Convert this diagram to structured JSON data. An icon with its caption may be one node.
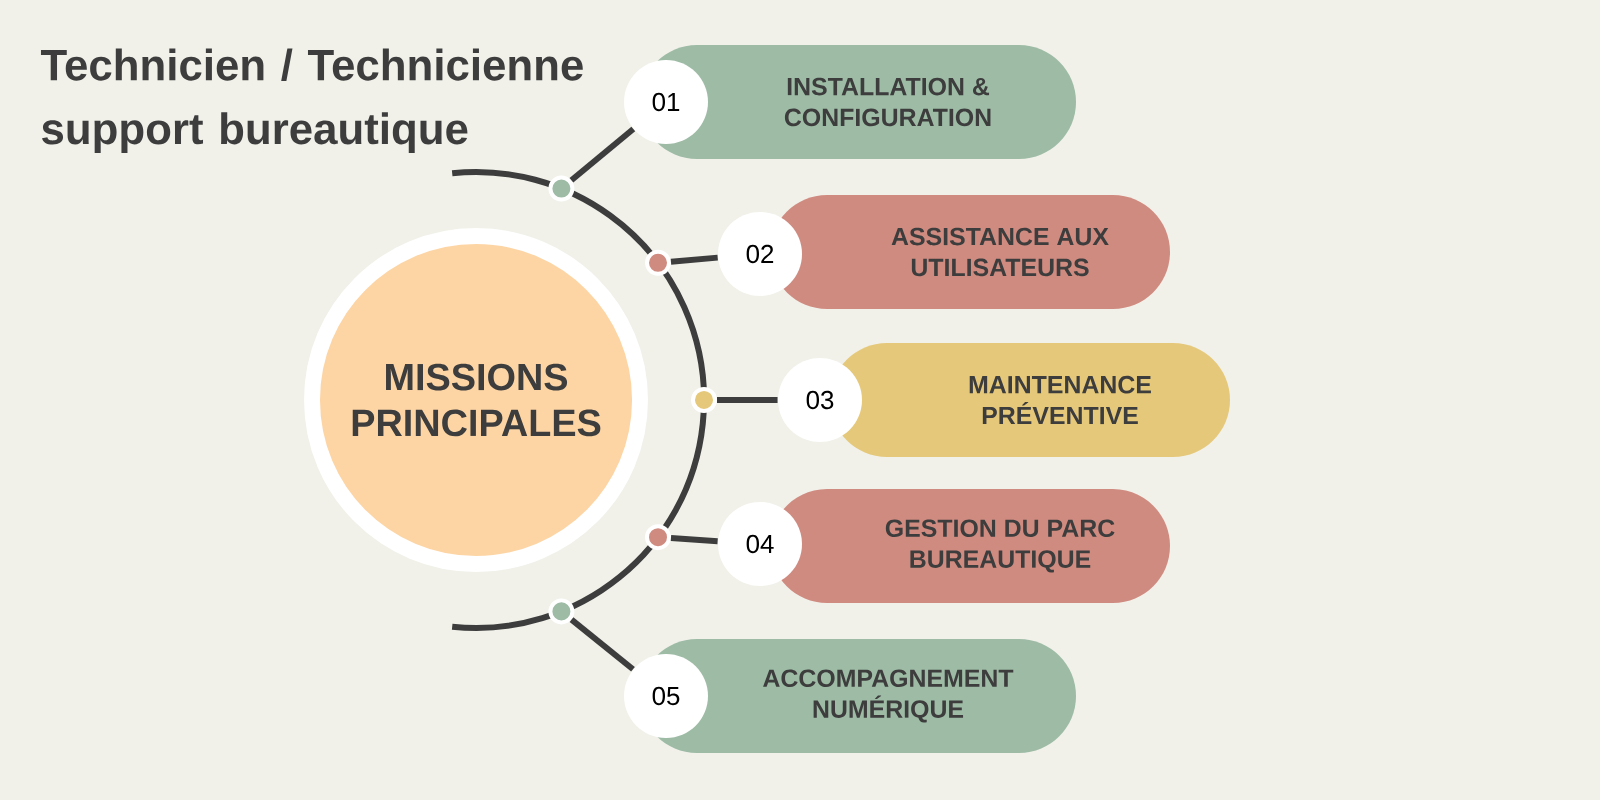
{
  "diagram": {
    "title": "Technicien / Technicienne support bureautique",
    "nodes": [
      {
        "text": [
          "MISSIONS PRINCIPALES"
        ]
      },
      {
        "text": [],
        "shape": "circle"
      },
      {
        "text": [
          "01"
        ]
      },
      {
        "text": [
          "INSTALLATION & CONFIGURATION"
        ]
      },
      {
        "text": [],
        "shape": "circle"
      },
      {
        "text": [
          "02"
        ]
      },
      {
        "text": [
          "ASSISTANCE AUX UTILISATEURS"
        ]
      },
      {
        "text": [],
        "shape": "circle"
      },
      {
        "text": [
          "03"
        ]
      },
      {
        "text": [
          "MAINTENANCE PRÉVENTIVE"
        ]
      },
      {
        "text": [],
        "shape": "circle"
      },
      {
        "text": [
          "04"
        ]
      },
      {
        "text": [
          "GESTION DU PARC BUREAUTIQUE"
        ]
      },
      {
        "text": [],
        "shape": "circle"
      },
      {
        "text": [
          "05"
        ]
      },
      {
        "text": [
          "ACCOMPAGNEMENT NUMÉRIQUE"
        ]
      }
    ],
    "edges": [
      {
        "from": 1,
        "to": 2,
        "arrow": "none"
      },
      {
        "from": 4,
        "to": 5,
        "arrow": "none"
      },
      {
        "from": 7,
        "to": 8,
        "arrow": "none"
      },
      {
        "from": 10,
        "to": 11,
        "arrow": "none"
      },
      {
        "from": 13,
        "to": 14,
        "arrow": "none"
      }
    ]
  }
}
